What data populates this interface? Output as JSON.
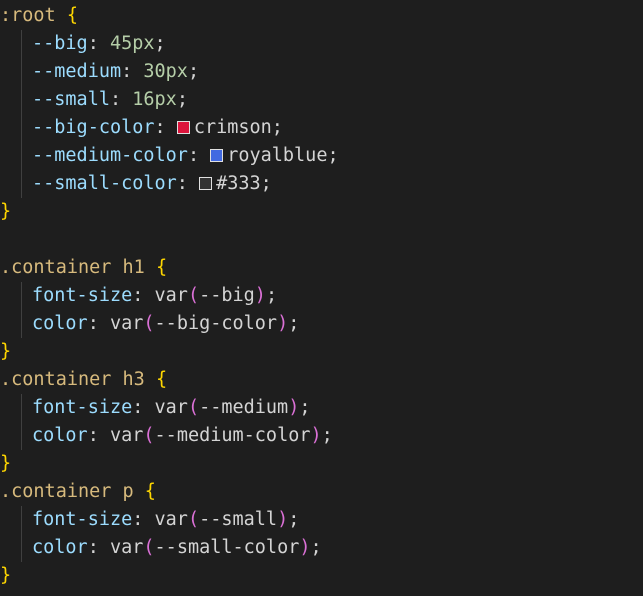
{
  "root_block": {
    "selector": ":root",
    "open": "{",
    "close": "}",
    "declarations": [
      {
        "prop": "--big",
        "sep": ": ",
        "num": "45",
        "unit": "px",
        "end": ";"
      },
      {
        "prop": "--medium",
        "sep": ": ",
        "num": "30",
        "unit": "px",
        "end": ";"
      },
      {
        "prop": "--small",
        "sep": ": ",
        "num": "16",
        "unit": "px",
        "end": ";"
      },
      {
        "prop": "--big-color",
        "sep": ": ",
        "value": "crimson",
        "end": ";",
        "swatch": "#dc143c"
      },
      {
        "prop": "--medium-color",
        "sep": ": ",
        "value": "royalblue",
        "end": ";",
        "swatch": "#4169e1"
      },
      {
        "prop": "--small-color",
        "sep": ": ",
        "value": "#333",
        "end": ";",
        "swatch": "#333333"
      }
    ]
  },
  "rules": [
    {
      "selector": ".container h1",
      "open": "{",
      "close": "}",
      "declarations": [
        {
          "prop": "font-size",
          "sep": ": ",
          "fn": "var",
          "arg": "--big",
          "end": ";"
        },
        {
          "prop": "color",
          "sep": ": ",
          "fn": "var",
          "arg": "--big-color",
          "end": ";"
        }
      ]
    },
    {
      "selector": ".container h3",
      "open": "{",
      "close": "}",
      "declarations": [
        {
          "prop": "font-size",
          "sep": ": ",
          "fn": "var",
          "arg": "--medium",
          "end": ";"
        },
        {
          "prop": "color",
          "sep": ": ",
          "fn": "var",
          "arg": "--medium-color",
          "end": ";"
        }
      ]
    },
    {
      "selector": ".container p",
      "open": "{",
      "close": "}",
      "declarations": [
        {
          "prop": "font-size",
          "sep": ": ",
          "fn": "var",
          "arg": "--small",
          "end": ";"
        },
        {
          "prop": "color",
          "sep": ": ",
          "fn": "var",
          "arg": "--small-color",
          "end": ";"
        }
      ]
    }
  ],
  "theme": {
    "background": "#1e1e1e",
    "selector_color": "#d7ba7d",
    "brace_color": "#ffd700",
    "paren_color": "#da70d6",
    "property_color": "#9cdcfe",
    "number_color": "#b5cea8",
    "text_color": "#d4d4d4"
  }
}
